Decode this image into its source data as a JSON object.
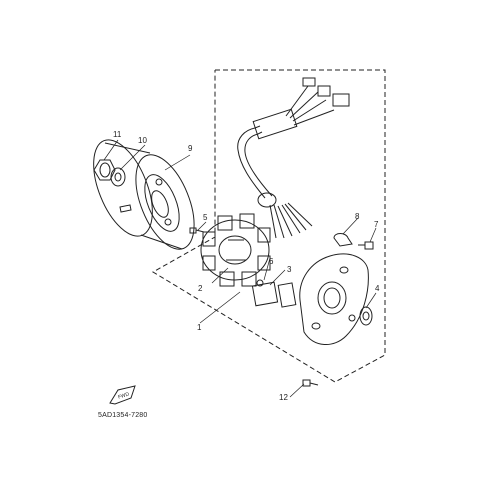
{
  "callouts": {
    "c1": "1",
    "c2": "2",
    "c3": "3",
    "c4": "4",
    "c5": "5",
    "c6": "6",
    "c7": "7",
    "c8": "8",
    "c9": "9",
    "c10": "10",
    "c11": "11",
    "c12": "12"
  },
  "fwd_label": "FWD",
  "part_code": "5AD1354-7280",
  "colors": {
    "ink": "#222222",
    "background": "#ffffff"
  }
}
